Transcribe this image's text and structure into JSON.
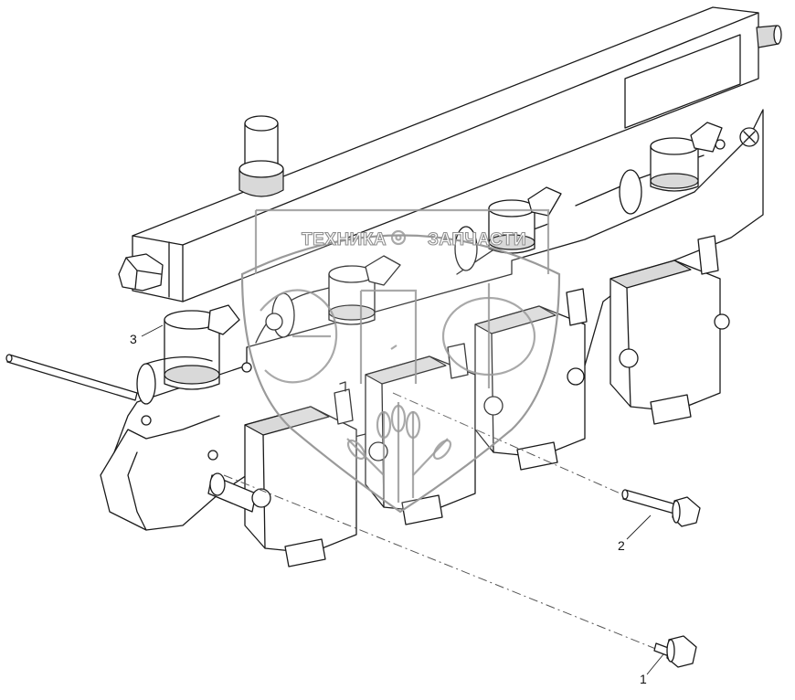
{
  "diagram": {
    "callouts": [
      {
        "id": "1",
        "label": "1"
      },
      {
        "id": "2",
        "label": "2"
      },
      {
        "id": "3",
        "label": "3"
      }
    ]
  },
  "watermark": {
    "line_left": "ТЕХНИКА",
    "line_right": "ЗАПЧАСТИ",
    "logo_text": "ЭПФ"
  },
  "colors": {
    "line": "#1a1a1a",
    "shade": "#d9d9d9",
    "watermark": "#9a9a9a"
  }
}
